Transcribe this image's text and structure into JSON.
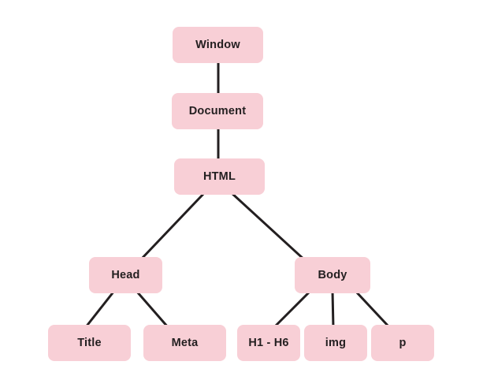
{
  "nodes": {
    "window": {
      "label": "Window"
    },
    "document": {
      "label": "Document"
    },
    "html": {
      "label": "HTML"
    },
    "head": {
      "label": "Head"
    },
    "body": {
      "label": "Body"
    },
    "title": {
      "label": "Title"
    },
    "meta": {
      "label": "Meta"
    },
    "h1h6": {
      "label": "H1 - H6"
    },
    "img": {
      "label": "img"
    },
    "p": {
      "label": "p"
    }
  },
  "edges": [
    {
      "from": "window",
      "to": "document"
    },
    {
      "from": "document",
      "to": "html"
    },
    {
      "from": "html",
      "to": "head"
    },
    {
      "from": "html",
      "to": "body"
    },
    {
      "from": "head",
      "to": "title"
    },
    {
      "from": "head",
      "to": "meta"
    },
    {
      "from": "body",
      "to": "h1h6"
    },
    {
      "from": "body",
      "to": "img"
    },
    {
      "from": "body",
      "to": "p"
    }
  ],
  "colors": {
    "node_fill": "#f8cfd6",
    "node_text": "#231f20",
    "edge": "#231f20",
    "background": "#ffffff"
  }
}
